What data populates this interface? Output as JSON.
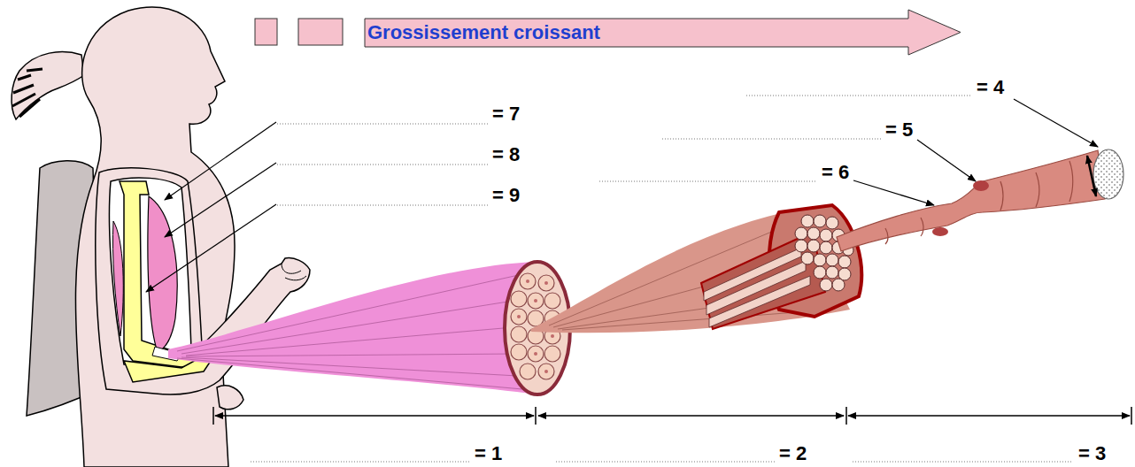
{
  "diagram": {
    "nodes": [
      {
        "text": [
          "Grossissement croissant"
        ]
      }
    ],
    "labels": [
      "= 4",
      "= 7",
      "= 5",
      "= 8",
      "= 6",
      "= 9",
      "= 1",
      "= 2",
      "= 3"
    ]
  }
}
